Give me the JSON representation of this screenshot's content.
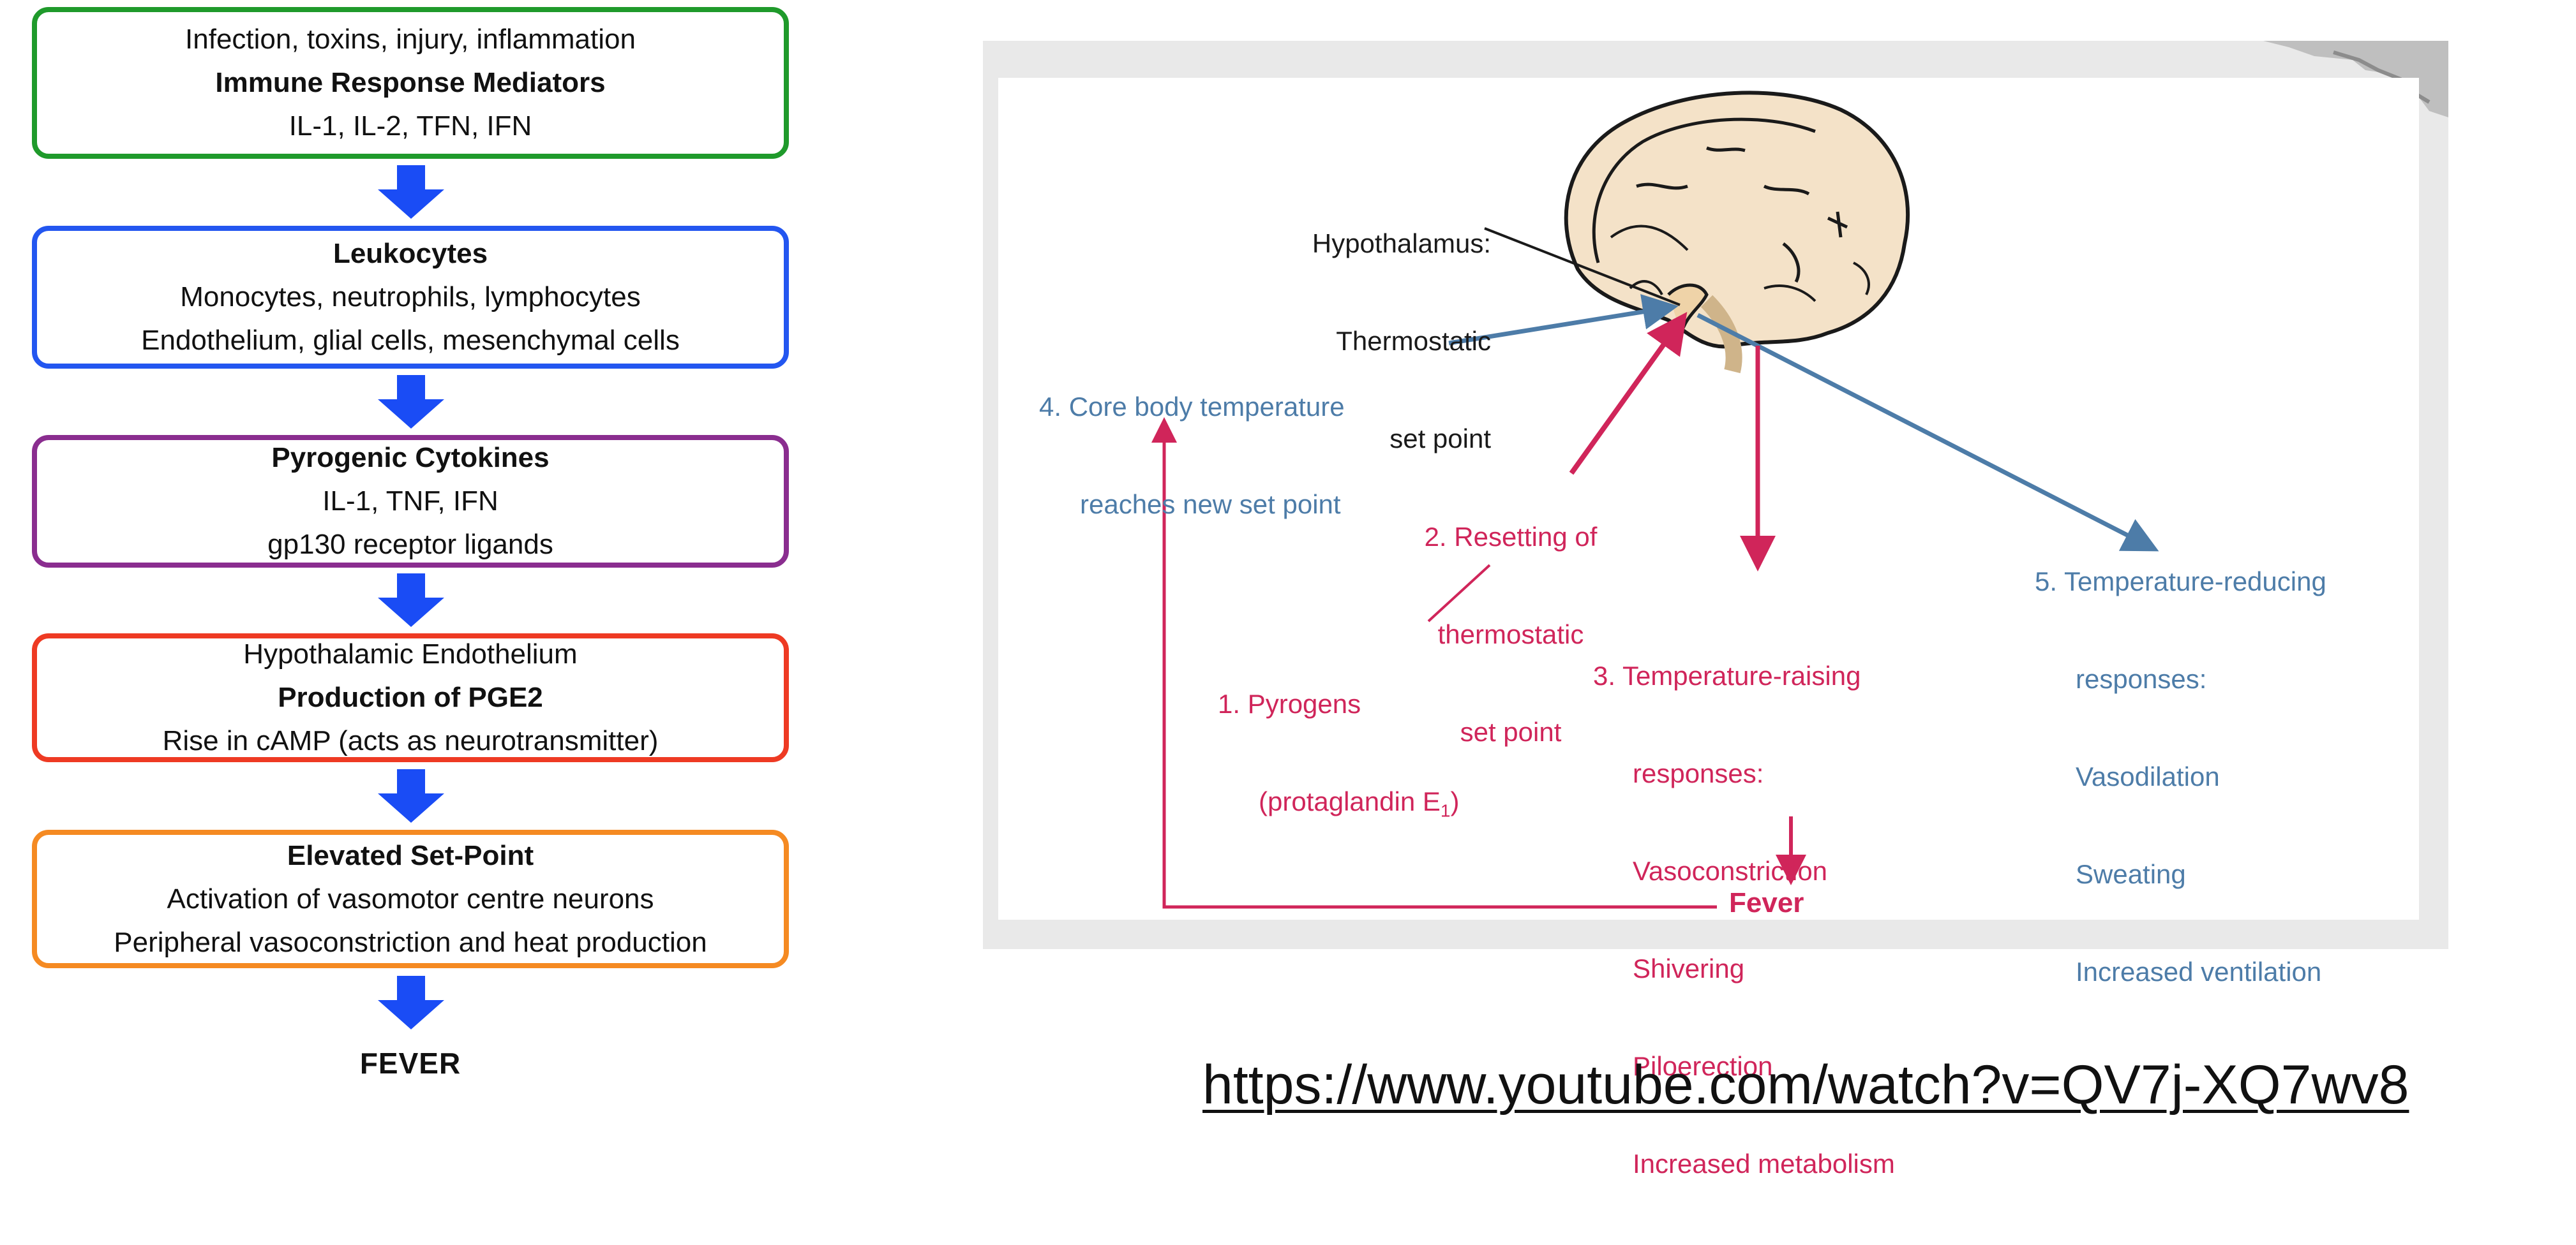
{
  "flowchart": {
    "steps": [
      {
        "lines": [
          "Infection, toxins, injury, inflammation",
          "Immune Response Mediators",
          "IL-1, IL-2, TFN, IFN"
        ],
        "color": "#1f9a2b"
      },
      {
        "lines": [
          "Leukocytes",
          "Monocytes, neutrophils, lymphocytes",
          "Endothelium, glial cells, mesenchymal cells"
        ],
        "color": "#2356f0"
      },
      {
        "lines": [
          "Pyrogenic Cytokines",
          "IL-1, TNF, IFN",
          "gp130 receptor ligands"
        ],
        "color": "#8a2d8f"
      },
      {
        "lines": [
          "Hypothalamic Endothelium",
          "Production of PGE2",
          "Rise in cAMP (acts as neurotransmitter)"
        ],
        "color": "#ee3a23"
      },
      {
        "lines": [
          "Elevated Set-Point",
          "Activation of vasomotor centre neurons",
          "Peripheral vasoconstriction and heat production"
        ],
        "color": "#f58a22"
      }
    ],
    "final": "FEVER",
    "arrow_color": "#1a4cf5"
  },
  "figure": {
    "hypothalamus": [
      "Hypothalamus:",
      "Thermostatic",
      "set point"
    ],
    "step1": [
      "1. Pyrogens",
      "(protaglandin E",
      "1",
      ")"
    ],
    "step2": [
      "2. Resetting of",
      "thermostatic",
      "set point"
    ],
    "step3": [
      "3. Temperature-raising",
      "responses:",
      "Vasoconstriction",
      "Shivering",
      "Piloerection",
      "Increased metabolism"
    ],
    "step4": [
      "4. Core body temperature",
      "reaches new set point"
    ],
    "step5": [
      "5. Temperature-reducing",
      "responses:",
      "Vasodilation",
      "Sweating",
      "Increased ventilation"
    ],
    "fever": "Fever",
    "colors": {
      "pink": "#d0255a",
      "blue": "#4d7ca8",
      "brain": "#f4e2c8"
    }
  },
  "source_link": "https://www.youtube.com/watch?v=QV7j-XQ7wv8"
}
